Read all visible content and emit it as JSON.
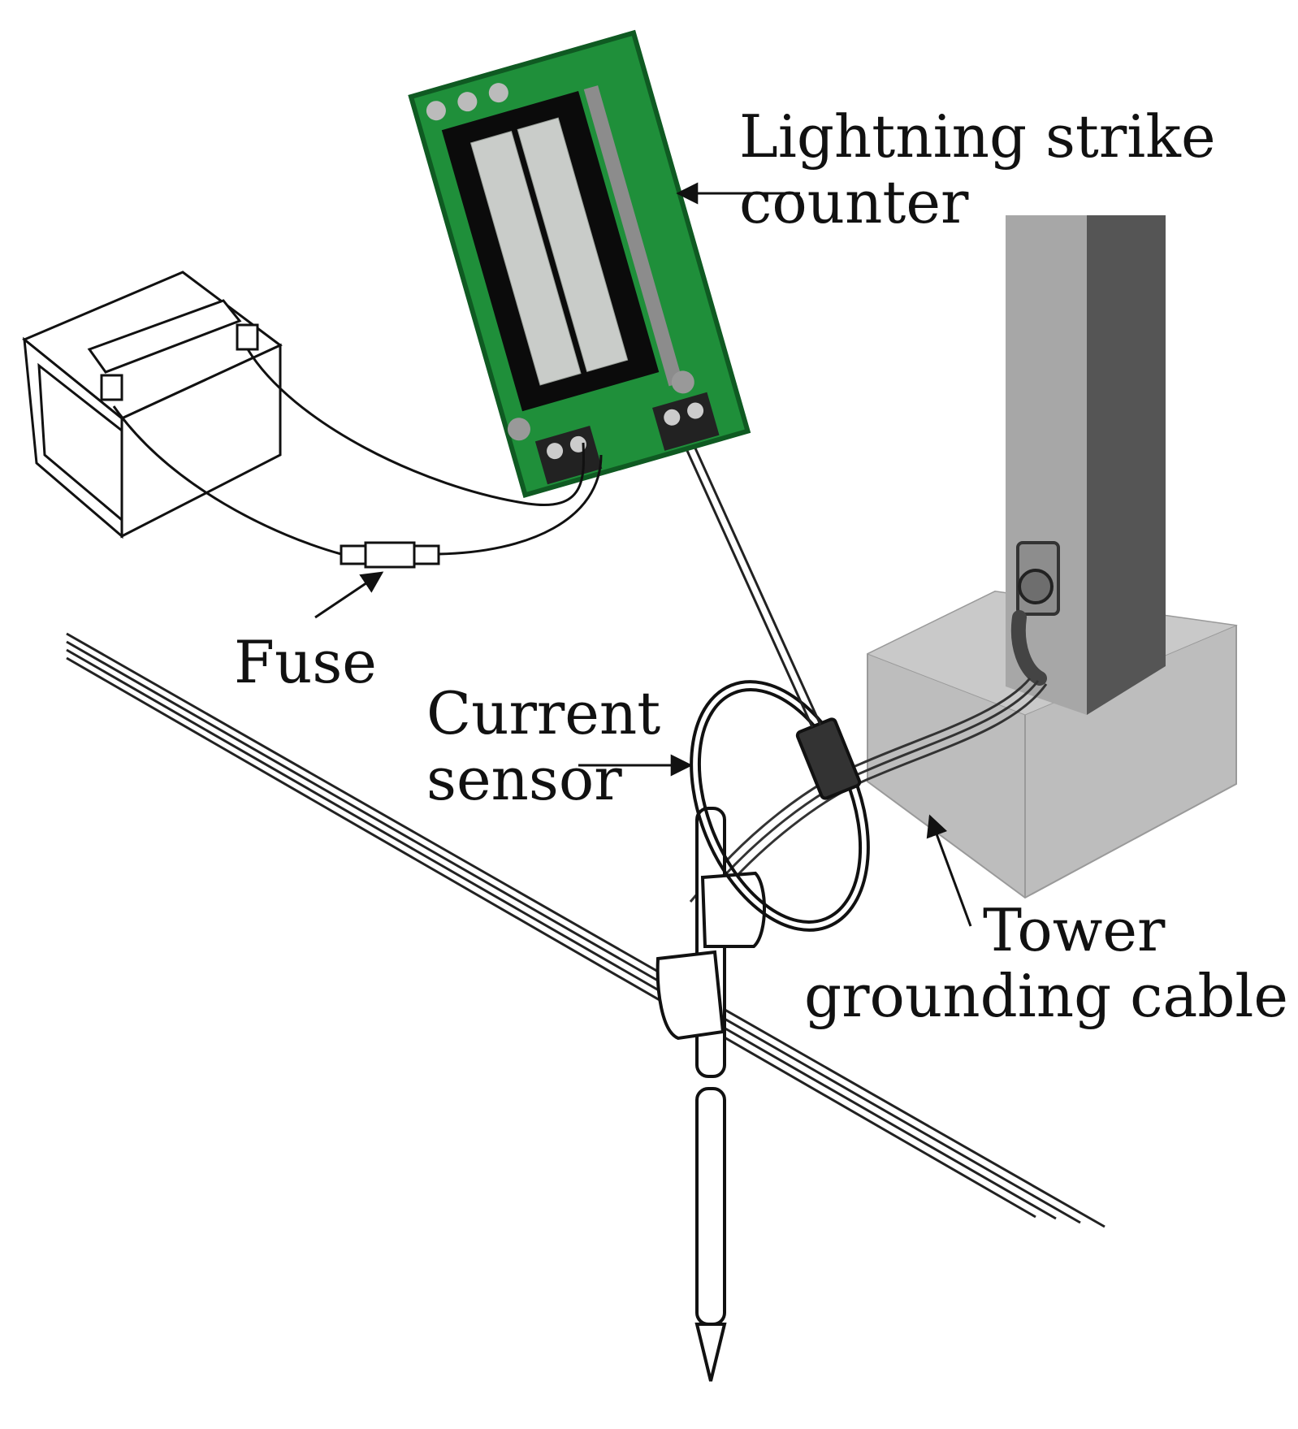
{
  "labels": {
    "counter": {
      "line1": "Lightning strike",
      "line2": "counter"
    },
    "fuse": "Fuse",
    "sensor": {
      "line1": "Current",
      "line2": "sensor"
    },
    "cable": {
      "line1": "Tower",
      "line2": "grounding cable"
    }
  },
  "colors": {
    "ink": "#111111",
    "pcb_green": "#1f8f3a",
    "pcb_dark": "#0f5a22",
    "lcd_frame": "#0b0b0b",
    "lcd_cells": "#c9ccc9",
    "tower_light": "#a8a8a8",
    "tower_mid": "#8f8f8f",
    "tower_dark": "#4f4f4f",
    "footing": "#b9b9b9"
  },
  "icons": [
    "battery-icon",
    "fuse-icon",
    "lightning-counter-board",
    "current-sensor-ring",
    "tower-post",
    "ground-rod"
  ]
}
